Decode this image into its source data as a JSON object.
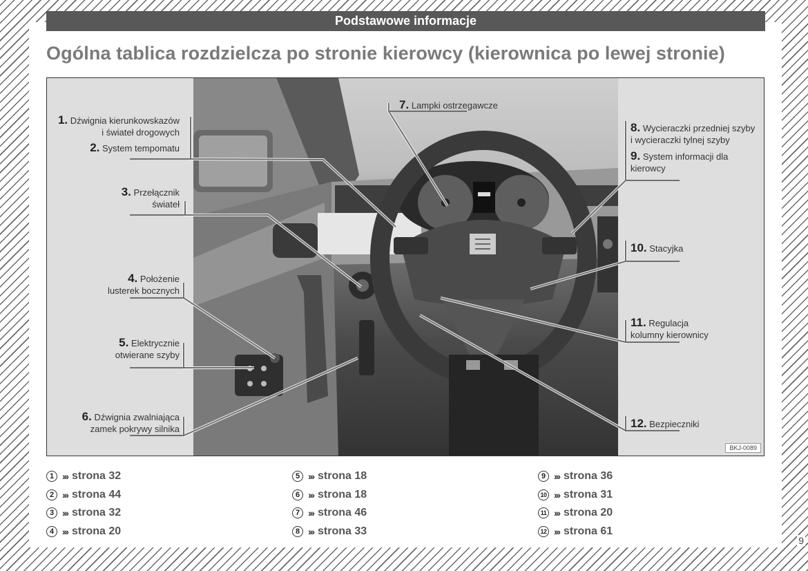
{
  "header": {
    "section_title": "Podstawowe informacje"
  },
  "page_title": "Ogólna tablica rozdzielcza po stronie kierowcy (kierownica po lewej stronie)",
  "figure": {
    "code": "BKJ-0089",
    "callouts": [
      {
        "num": "1.",
        "text": "Dźwignia kierunkowskazów",
        "text2": "i świateł drogowych"
      },
      {
        "num": "2.",
        "text": "System tempomatu"
      },
      {
        "num": "3.",
        "text": "Przełącznik",
        "text2": "świateł"
      },
      {
        "num": "4.",
        "text": "Położenie",
        "text2": "lusterek bocznych"
      },
      {
        "num": "5.",
        "text": "Elektrycznie",
        "text2": "otwierane szyby"
      },
      {
        "num": "6.",
        "text": "Dźwignia zwalniająca",
        "text2": "zamek pokrywy silnika"
      },
      {
        "num": "7.",
        "text": "Lampki ostrzegawcze"
      },
      {
        "num": "8.",
        "text": "Wycieraczki przedniej szyby",
        "text2": "i wycieraczki tylnej szyby"
      },
      {
        "num": "9.",
        "text": "System informacji dla",
        "text2": "kierowcy"
      },
      {
        "num": "10.",
        "text": "Stacyjka"
      },
      {
        "num": "11.",
        "text": "Regulacja",
        "text2": "kolumny kierownicy"
      },
      {
        "num": "12.",
        "text": "Bezpieczniki"
      }
    ]
  },
  "references": {
    "arrows": "›››",
    "columns": [
      [
        {
          "n": "1",
          "label": "strona 32"
        },
        {
          "n": "2",
          "label": "strona 44"
        },
        {
          "n": "3",
          "label": "strona 32"
        },
        {
          "n": "4",
          "label": "strona 20"
        }
      ],
      [
        {
          "n": "5",
          "label": "strona 18"
        },
        {
          "n": "6",
          "label": "strona 18"
        },
        {
          "n": "7",
          "label": "strona 46"
        },
        {
          "n": "8",
          "label": "strona 33"
        }
      ],
      [
        {
          "n": "9",
          "label": "strona 36"
        },
        {
          "n": "10",
          "label": "strona 31"
        },
        {
          "n": "11",
          "label": "strona 20"
        },
        {
          "n": "12",
          "label": "strona 61"
        }
      ]
    ]
  },
  "page_number": "9"
}
